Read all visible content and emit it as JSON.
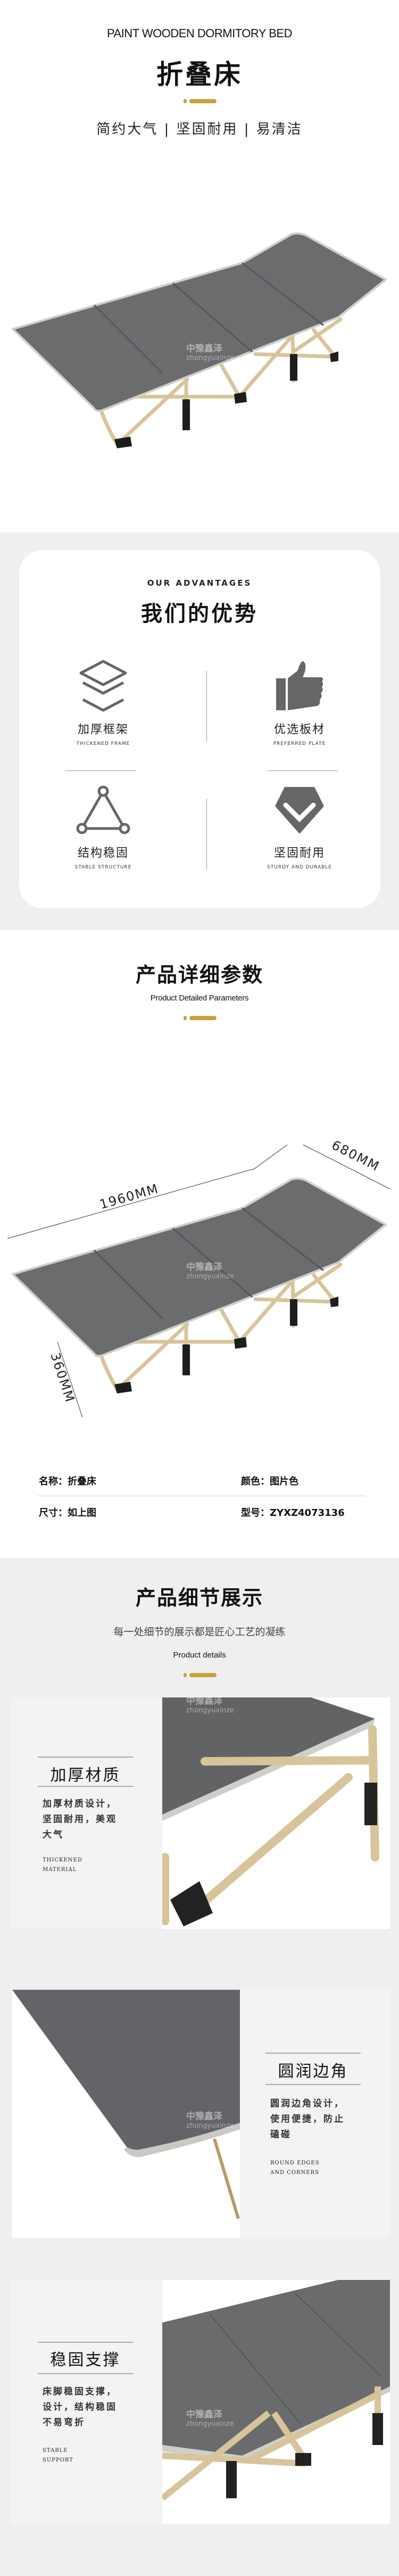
{
  "header": {
    "english_title": "PAINT WOODEN DORMITORY BED",
    "title": "折叠床",
    "tagline": "简约大气 | 坚固耐用 | 易清洁"
  },
  "watermark": {
    "cn": "中豫鑫泽",
    "en": "zhongyuxinze"
  },
  "advantages": {
    "eyebrow": "OUR ADVANTAGES",
    "title": "我们的优势",
    "items": [
      {
        "icon": "layers-icon",
        "cn": "加厚框架",
        "en": "THICKENED FRAME"
      },
      {
        "icon": "thumbs-up-icon",
        "cn": "优选板材",
        "en": "PREFERRED PLATE"
      },
      {
        "icon": "triangle-structure-icon",
        "cn": "结构稳固",
        "en": "STABLE STRUCTURE"
      },
      {
        "icon": "shield-check-icon",
        "cn": "坚固耐用",
        "en": "STURDY AND DURABLE"
      }
    ]
  },
  "params": {
    "title": "产品详细参数",
    "subtitle": "Product Detailed Parameters",
    "dimensions": {
      "length": "1960MM",
      "width": "680MM",
      "height": "360MM"
    },
    "specs": [
      {
        "label": "名称：",
        "value": "折叠床"
      },
      {
        "label": "颜色：",
        "value": "图片色"
      },
      {
        "label": "尺寸：",
        "value": "如上图"
      },
      {
        "label": "型号：",
        "value": "ZYXZ4073136"
      }
    ]
  },
  "details": {
    "title": "产品细节展示",
    "subtitle": "每一处细节的展示都是匠心工艺的凝练",
    "english": "Product details",
    "items": [
      {
        "title": "加厚材质",
        "body": [
          "加厚材质设计，",
          "坚固耐用，美观",
          "大气"
        ],
        "en": [
          "THICKENED",
          "MATERIAL"
        ]
      },
      {
        "title": "圆润边角",
        "body": [
          "圆润边角设计，",
          "使用便捷，防止",
          "磕碰"
        ],
        "en": [
          "ROUND EDGES",
          "AND CORNERS"
        ]
      },
      {
        "title": "稳固支撑",
        "body": [
          "床脚稳固支撑，",
          "设计，结构稳固",
          "不易弯折"
        ],
        "en": [
          "STABLE",
          "SUPPORT"
        ]
      }
    ]
  },
  "colors": {
    "gold": "#c9a13c",
    "mattress": "#6b6c6e",
    "frame": "#d8c49a",
    "icon": "#666666",
    "section_gray": "#efefef"
  }
}
